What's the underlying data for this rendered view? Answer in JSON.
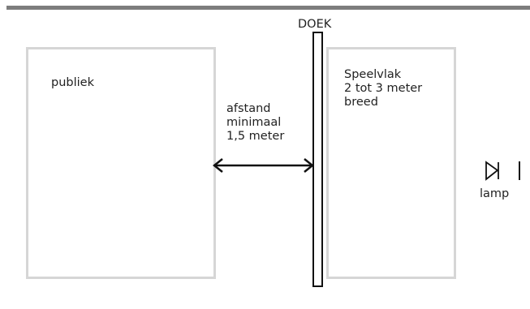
{
  "labels": {
    "screen": "DOEK",
    "audience": "publiek",
    "stage": "Speelvlak\n2 tot 3 meter\nbreed",
    "distance": "afstand\nminimaal\n1,5 meter",
    "lamp": "lamp"
  }
}
